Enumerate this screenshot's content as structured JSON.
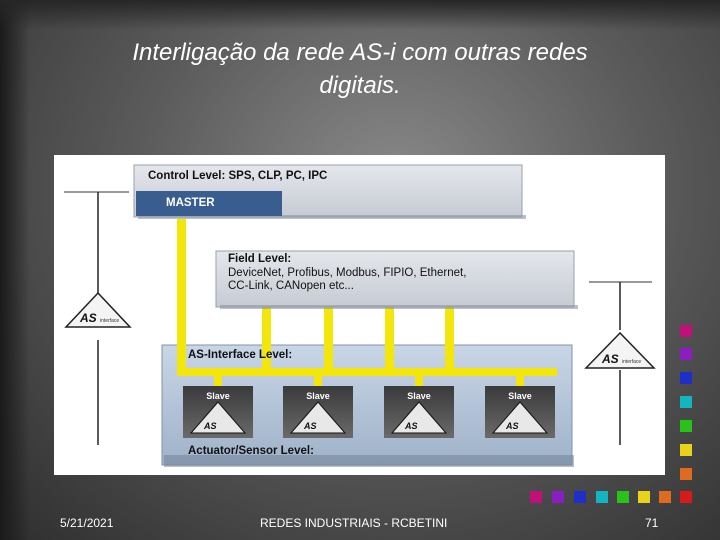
{
  "slide": {
    "title_line1": "Interligação da rede AS-i com outras redes",
    "title_line2": "digitais."
  },
  "diagram": {
    "control_level": "Control Level: SPS, CLP, PC, IPC",
    "master": "MASTER",
    "field_level_title": "Field Level:",
    "field_level_line1": "DeviceNet, Profibus, Modbus, FIPIO, Ethernet,",
    "field_level_line2": "CC-Link, CANopen etc...",
    "asi_level": "AS-Interface Level:",
    "slaves": [
      "Slave",
      "Slave",
      "Slave",
      "Slave"
    ],
    "actuator_level": "Actuator/Sensor Level:",
    "logo_text": "ASi"
  },
  "footer": {
    "date": "5/21/2021",
    "center": "REDES INDUSTRIAIS - RCBETINI",
    "page": "71"
  },
  "colors": {
    "yellow_bus": "#f2e60c",
    "master_blue": "#3a5d8f",
    "decor_squares": [
      "#c0117a",
      "#8a1ec0",
      "#1f2ec8",
      "#12b5c0",
      "#27c21a",
      "#e8d21a",
      "#e06a20",
      "#d81a1a"
    ]
  }
}
